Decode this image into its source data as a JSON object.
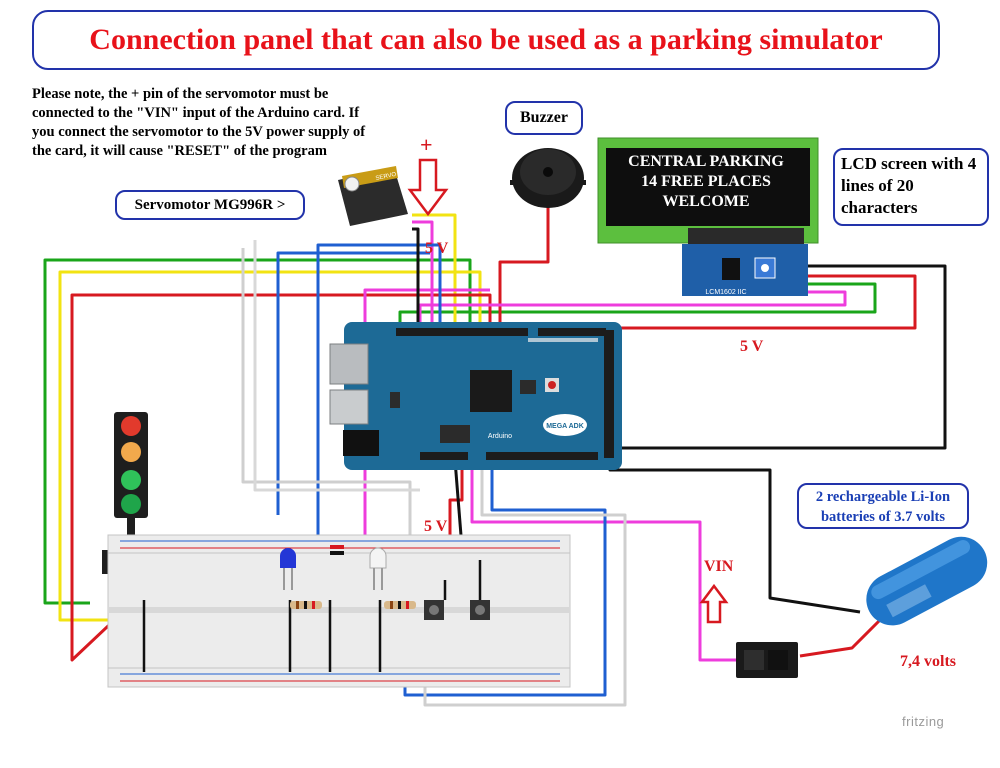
{
  "title": "Connection panel that can also be used as a parking simulator",
  "note": "Please note, the + pin of the servomotor must be connected to the \"VIN\" input of the Arduino card. If you connect the servomotor to the 5V power supply of the card, it will cause \"RESET\" of the program",
  "labels": {
    "servo": "Servomotor MG996R >",
    "buzzer": "Buzzer",
    "lcd": "LCD screen with 4 lines of 20 characters",
    "batteries": "2 rechargeable Li-Ion batteries of 3.7 volts",
    "five_v_board": "5 V",
    "five_v_right": "5 V",
    "five_v_breadboard": "5 V",
    "plus": "+",
    "vin": "VIN",
    "volts": "7,4 volts"
  },
  "lcd_screen": {
    "lines": [
      "CENTRAL PARKING",
      "14 FREE PLACES",
      "WELCOME"
    ]
  },
  "parts": {
    "servo_text": "SERVO",
    "i2c_module": "LCM1602 IIC",
    "arduino_model": "MEGA ADK",
    "arduino_brand": "Arduino"
  },
  "watermark": "fritzing",
  "colors": {
    "title": "#e8121a",
    "box_border": "#2233aa",
    "wire_red": "#d71920",
    "wire_green": "#1aa51a",
    "wire_yellow": "#f2e312",
    "wire_blue": "#1f5fd1",
    "wire_pink": "#ee3cdc",
    "wire_black": "#111111",
    "arduino_board": "#1d6a96",
    "lcd_bg": "#5cbf3e",
    "battery": "#1f76c9"
  }
}
